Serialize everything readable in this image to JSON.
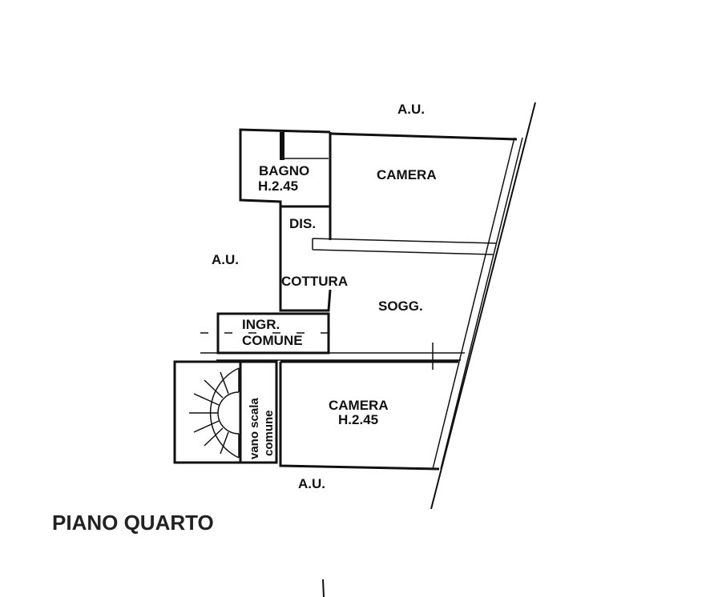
{
  "floor_plan": {
    "title": "PIANO QUARTO",
    "rooms": {
      "bagno": {
        "name": "BAGNO",
        "height": "H.2.45"
      },
      "camera_top": {
        "name": "CAMERA"
      },
      "disimpegno": {
        "name": "DIS."
      },
      "cottura": {
        "name": "COTTURA"
      },
      "soggiorno": {
        "name": "SOGG."
      },
      "ingresso": {
        "line1": "INGR.",
        "line2": "COMUNE"
      },
      "vano_scala": {
        "line1": "vano scala",
        "line2": "comune"
      },
      "camera_bottom": {
        "name": "CAMERA",
        "height": "H.2.45"
      }
    },
    "adjacent_labels": {
      "top": "A.U.",
      "left": "A.U.",
      "bottom": "A.U."
    }
  }
}
